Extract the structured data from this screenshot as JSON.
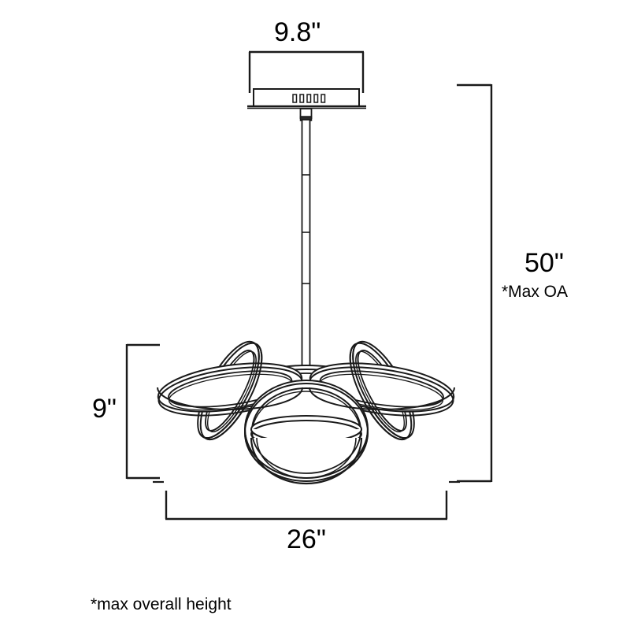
{
  "drawing": {
    "type": "technical-dimension-drawing",
    "subject": "pendant light fixture with interlocking rings and dome diffuser",
    "stroke_color": "#1a1a1a",
    "background_color": "#ffffff",
    "text_color": "#000000"
  },
  "dimensions": {
    "width_top": {
      "value": "9.8\"",
      "measures": "canopy width"
    },
    "overall_height": {
      "value": "50\"",
      "note": "*Max OA",
      "measures": "maximum overall height"
    },
    "fixture_height": {
      "value": "9\"",
      "measures": "fixture body height"
    },
    "diameter": {
      "value": "26\"",
      "measures": "fixture body diameter"
    }
  },
  "footnote": {
    "text": "*max overall height"
  },
  "parts": {
    "canopy": "canopy",
    "canopy_plate": "canopy-plate",
    "canopy_vents": "canopy-vent-slots",
    "stem": "stem-rod",
    "ring_cluster_left": "ring-cluster-left",
    "ring_cluster_right": "ring-cluster-right",
    "ring_cluster_center": "ring-cluster-center",
    "dome": "dome-diffuser"
  }
}
